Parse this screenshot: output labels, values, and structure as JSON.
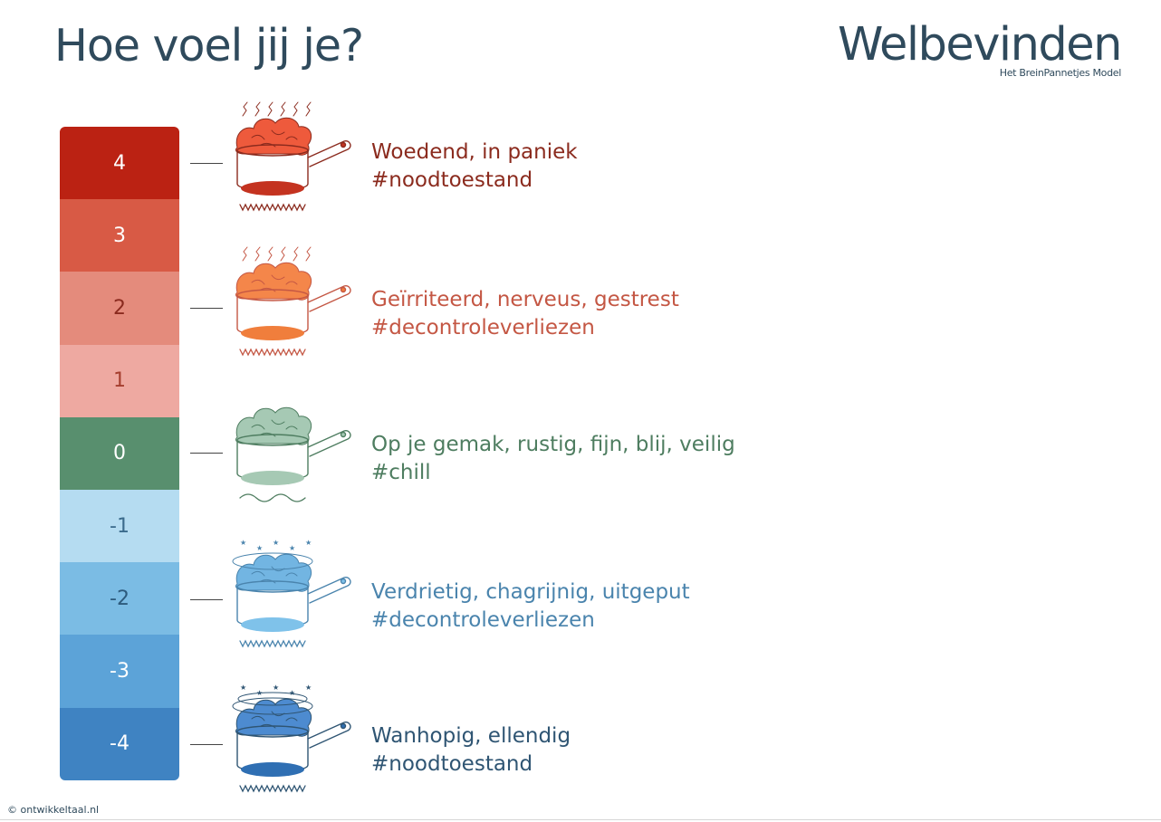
{
  "header": {
    "title": "Hoe voel jij je?",
    "brand_name": "Welbevinden",
    "brand_subtitle": "Het BreinPannetjes Model"
  },
  "scale": [
    {
      "value": "4",
      "bg": "#bb2213",
      "fg": "#ffffff"
    },
    {
      "value": "3",
      "bg": "#d85a45",
      "fg": "#ffffff"
    },
    {
      "value": "2",
      "bg": "#e48b7c",
      "fg": "#8a2a1e"
    },
    {
      "value": "1",
      "bg": "#eea9a1",
      "fg": "#a53e2e"
    },
    {
      "value": "0",
      "bg": "#588f6e",
      "fg": "#ffffff"
    },
    {
      "value": "-1",
      "bg": "#b5dcf1",
      "fg": "#3b6b8c"
    },
    {
      "value": "-2",
      "bg": "#7bbce4",
      "fg": "#2d5a7c"
    },
    {
      "value": "-3",
      "bg": "#5ca3d8",
      "fg": "#ffffff"
    },
    {
      "value": "-4",
      "bg": "#3f83c2",
      "fg": "#ffffff"
    }
  ],
  "states": [
    {
      "level": "4",
      "line1": "Woedend, in paniek",
      "line2": "#noodtoestand",
      "text_color": "#8b2b1e",
      "brain_color": "#ee5a3c",
      "flame_color": "#c43320",
      "icon": "boiling-brain-pan-icon"
    },
    {
      "level": "2",
      "line1": "Geïrriteerd, nerveus, gestrest",
      "line2": "#decontroleverliezen",
      "text_color": "#c45744",
      "brain_color": "#f4864a",
      "flame_color": "#f07e3c",
      "icon": "simmering-brain-pan-icon"
    },
    {
      "level": "0",
      "line1": "Op je gemak, rustig, fijn, blij, veilig",
      "line2": "#chill",
      "text_color": "#4e7d60",
      "brain_color": "#a6c9b4",
      "flame_color": "#a6c9b4",
      "icon": "calm-brain-pan-icon"
    },
    {
      "level": "-2",
      "line1": "Verdrietig, chagrijnig, uitgeput",
      "line2": "#decontroleverliezen",
      "text_color": "#4a84ad",
      "brain_color": "#72b5e2",
      "flame_color": "#7fc2ea",
      "icon": "dizzy-brain-pan-icon"
    },
    {
      "level": "-4",
      "line1": "Wanhopig, ellendig",
      "line2": "#noodtoestand",
      "text_color": "#2f5573",
      "brain_color": "#4d8bd0",
      "flame_color": "#2f6fb3",
      "icon": "very-dizzy-brain-pan-icon"
    }
  ],
  "footer": {
    "credit": "© ontwikkeltaal.nl"
  }
}
